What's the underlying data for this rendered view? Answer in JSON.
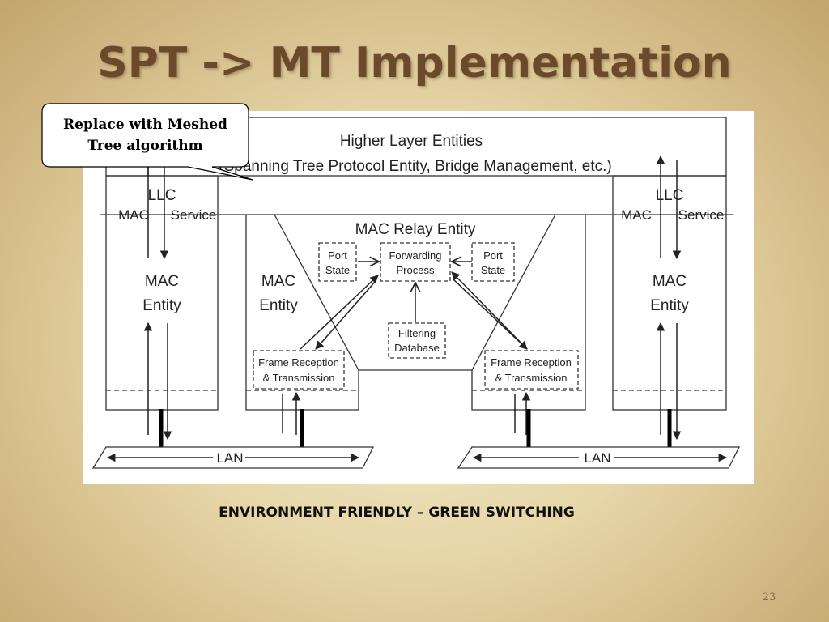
{
  "slide": {
    "title": "SPT -> MT Implementation",
    "subtitle": "ENVIRONMENT FRIENDLY – GREEN SWITCHING",
    "page_number": "23"
  },
  "callout": {
    "line1": "Replace with Meshed",
    "line2": "Tree algorithm"
  },
  "diagram": {
    "higher_layer_title": "Higher Layer Entities",
    "higher_layer_detail": "(Spanning Tree Protocol Entity, Bridge Management, etc.)",
    "llc": "LLC",
    "mac": "MAC",
    "service": "Service",
    "mac_entity_line1": "MAC",
    "mac_entity_line2": "Entity",
    "mac_relay": "MAC Relay Entity",
    "port_state_line1": "Port",
    "port_state_line2": "State",
    "forwarding_line1": "Forwarding",
    "forwarding_line2": "Process",
    "filtering_line1": "Filtering",
    "filtering_line2": "Database",
    "frame_rx_line1": "Frame Reception",
    "frame_rx_line2": "& Transmission",
    "lan": "LAN"
  }
}
